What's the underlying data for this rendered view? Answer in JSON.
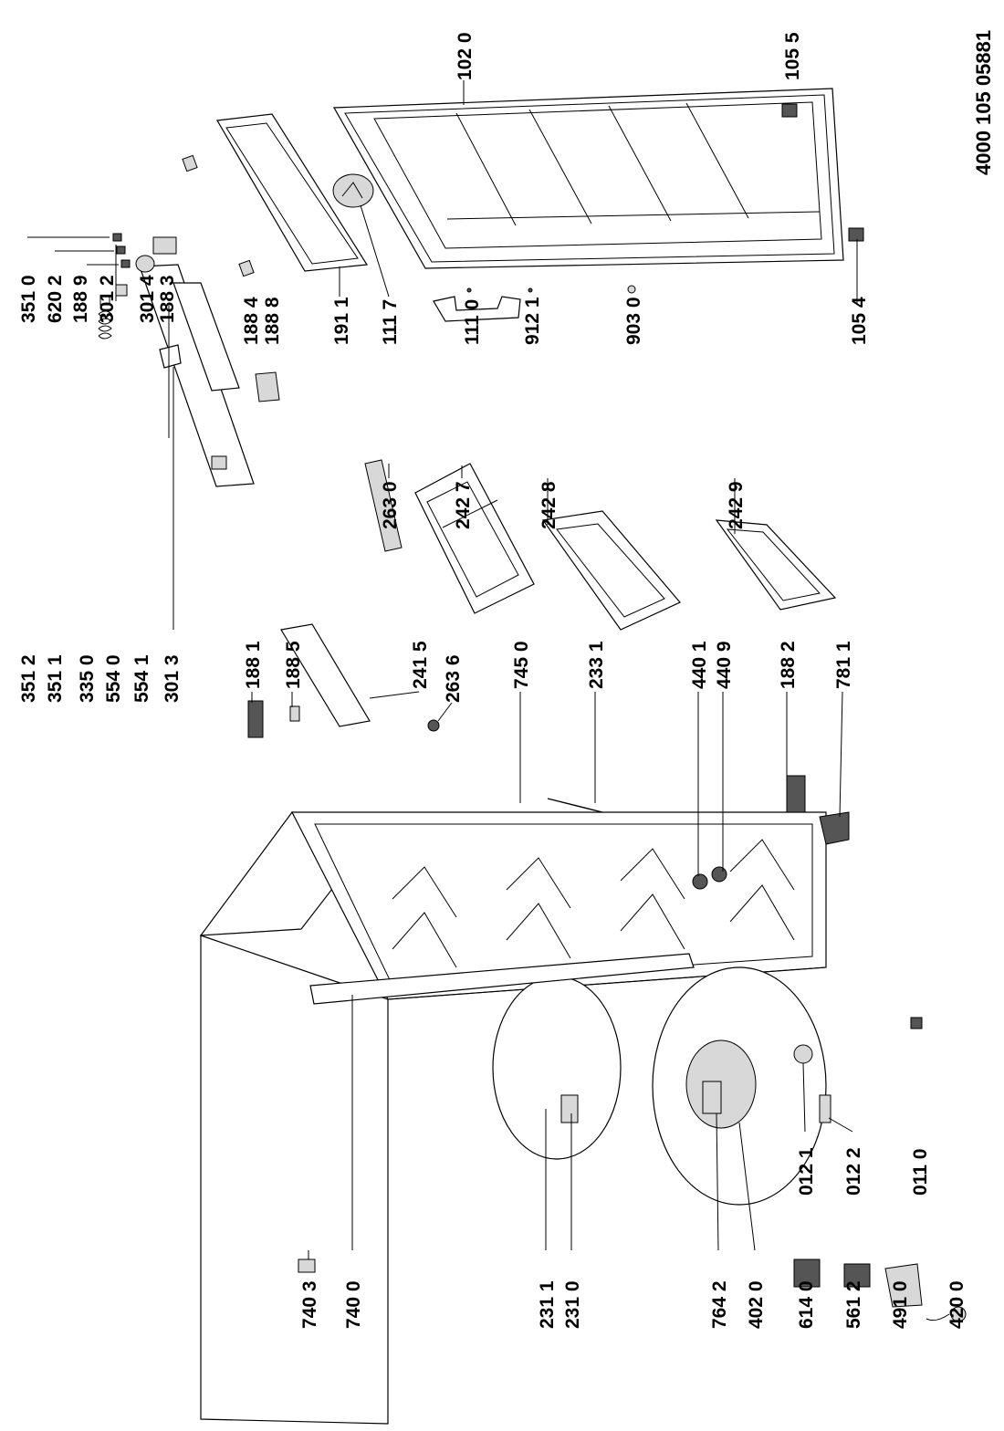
{
  "drawing_number": "4000 105 05881",
  "labels": {
    "p1020": "102 0",
    "p1055": "105 5",
    "p1054": "105 4",
    "p9030": "903 0",
    "p9121": "912 1",
    "p1110": "111 0",
    "p1117": "111 7",
    "p1911": "191 1",
    "p1884": "188 4",
    "p1888": "188 8",
    "p3014": "301 4",
    "p1883": "188 3",
    "p3012": "301 2",
    "p1889": "188 9",
    "p6202": "620 2",
    "p3510": "351 0",
    "p3512": "351 2",
    "p3511": "351 1",
    "p3350": "335 0",
    "p5540": "554 0",
    "p5541": "554 1",
    "p3013": "301 3",
    "p2630": "263 0",
    "p2427": "242 7",
    "p2428": "242 8",
    "p2429": "242 9",
    "p1881": "188 1",
    "p1885": "188 5",
    "p2415": "241 5",
    "p2636": "263 6",
    "p7450": "745 0",
    "p2331": "233 1",
    "p4401": "440 1",
    "p4409": "440 9",
    "p1882": "188 2",
    "p7811": "781 1",
    "p7403": "740 3",
    "p7400": "740 0",
    "p2311": "231 1",
    "p2310": "231 0",
    "p7642": "764 2",
    "p4020": "402 0",
    "p6140": "614 0",
    "p5612": "561 2",
    "p4910": "491 0",
    "p4200": "420 0",
    "p0121": "012 1",
    "p0122": "012 2",
    "p0110": "011 0"
  }
}
